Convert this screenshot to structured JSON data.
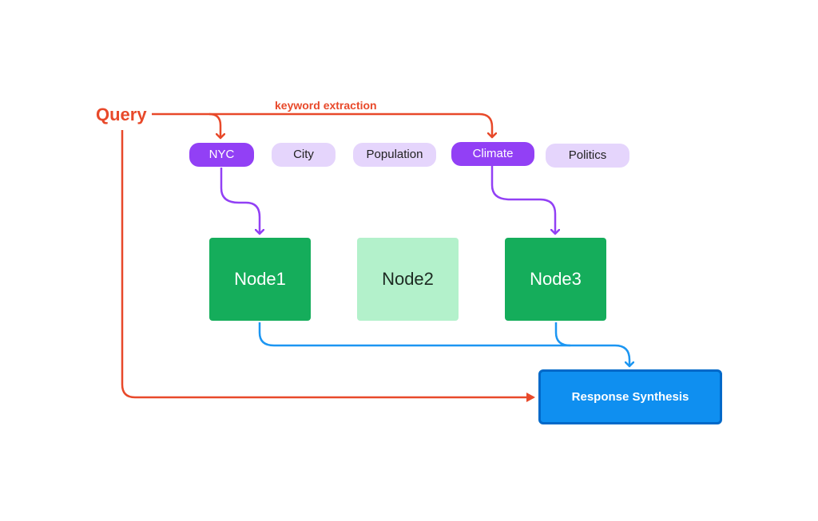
{
  "query": {
    "label": "Query"
  },
  "edge_label": "keyword extraction",
  "keywords": [
    {
      "label": "NYC",
      "selected": true
    },
    {
      "label": "City",
      "selected": false
    },
    {
      "label": "Population",
      "selected": false
    },
    {
      "label": "Climate",
      "selected": true
    },
    {
      "label": "Politics",
      "selected": false
    }
  ],
  "nodes": [
    {
      "label": "Node1",
      "retrieved": true
    },
    {
      "label": "Node2",
      "retrieved": false
    },
    {
      "label": "Node3",
      "retrieved": true
    }
  ],
  "synthesis": {
    "label": "Response Synthesis"
  },
  "colors": {
    "query": "#e8492a",
    "keyword_selected": "#9240f5",
    "keyword_unselected": "#e5d5fc",
    "node_retrieved": "#15ad5b",
    "node_unretrieved": "#b3f1cb",
    "synthesis": "#0f8ff0",
    "synthesis_border": "#0069c9",
    "retrieval_flow": "#1c96f2"
  }
}
